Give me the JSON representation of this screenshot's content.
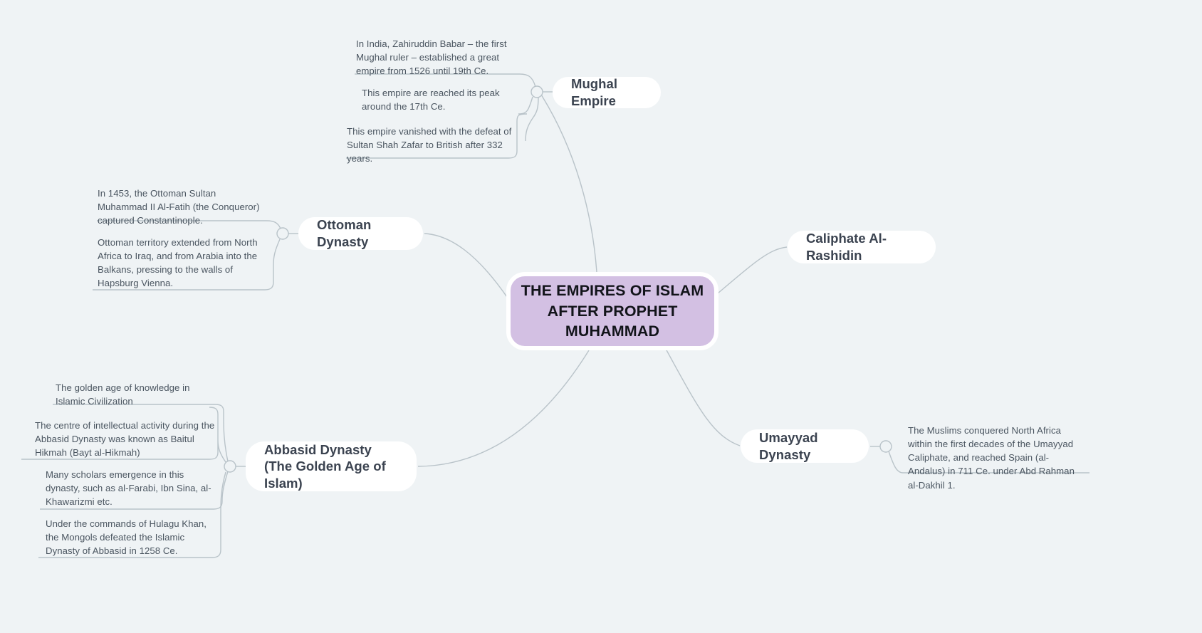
{
  "canvas": {
    "background_color": "#eff3f5",
    "connector_color": "#b9c3c9"
  },
  "central": {
    "label": "THE EMPIRES OF ISLAM AFTER PROPHET MUHAMMAD",
    "fill_color": "#d3c0e3",
    "border_color": "#ffffff",
    "text_color": "#12141a"
  },
  "branches": [
    {
      "id": "mughal",
      "label": "Mughal Empire",
      "details": [
        "In India, Zahiruddin Babar – the first Mughal ruler – established a great empire from 1526 until 19th Ce.",
        "This empire are reached its peak around the 17th Ce.",
        "This empire vanished with the defeat of Sultan Shah Zafar to British after 332 years."
      ]
    },
    {
      "id": "ottoman",
      "label": "Ottoman Dynasty",
      "details": [
        "In 1453, the Ottoman Sultan Muhammad II Al-Fatih (the Conqueror) captured Constantinople.",
        "Ottoman territory extended from North Africa to Iraq, and from Arabia into the Balkans, pressing to the walls of Hapsburg Vienna."
      ]
    },
    {
      "id": "caliphate",
      "label": "Caliphate Al-Rashidin",
      "details": []
    },
    {
      "id": "umayyad",
      "label": "Umayyad Dynasty",
      "details": [
        "The Muslims conquered North Africa within the first decades of the Umayyad Caliphate, and reached Spain (al-Andalus) in 711 Ce. under Abd Rahman al-Dakhil 1."
      ]
    },
    {
      "id": "abbasid",
      "label": "Abbasid Dynasty\n(The Golden Age of Islam)",
      "details": [
        "The golden age of knowledge in Islamic Civilization",
        "The centre of intellectual activity during the Abbasid Dynasty was known as Baitul Hikmah (Bayt al-Hikmah)",
        "Many scholars emergence in this dynasty, such as al-Farabi, Ibn Sina, al-Khawarizmi etc.",
        "Under the commands of Hulagu Khan, the Mongols defeated the Islamic Dynasty of Abbasid in 1258 Ce."
      ]
    }
  ]
}
